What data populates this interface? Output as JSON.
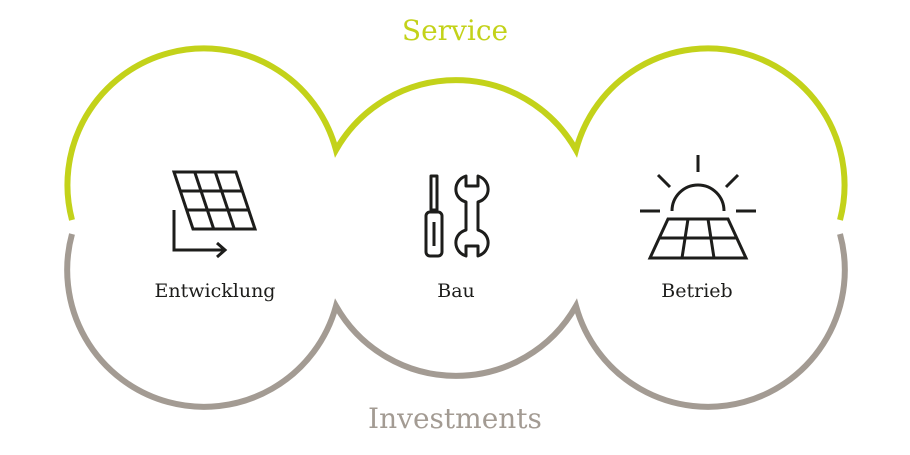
{
  "diagram": {
    "top_label": "Service",
    "bottom_label": "Investments",
    "steps": [
      {
        "label": "Entwicklung",
        "icon": "solar-panel-arrow-icon"
      },
      {
        "label": "Bau",
        "icon": "screwdriver-wrench-icon"
      },
      {
        "label": "Betrieb",
        "icon": "sun-solar-panel-icon"
      }
    ]
  },
  "colors": {
    "service": "#c3d21a",
    "investments": "#a39b93",
    "icon_stroke": "#1d1d1b"
  }
}
